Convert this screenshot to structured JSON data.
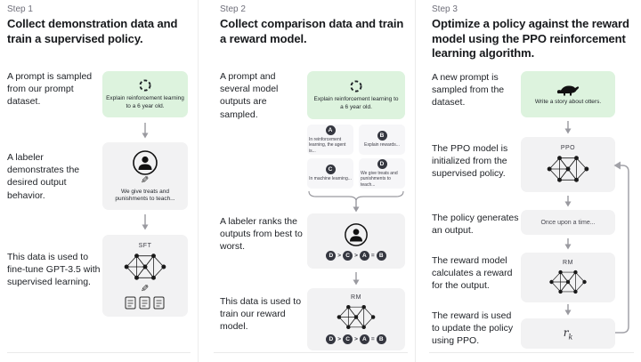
{
  "colors": {
    "prompt_green": "#ddf3de",
    "box_gray": "#f2f2f3",
    "badge_dark": "#353740"
  },
  "steps": [
    {
      "label": "Step 1",
      "title": "Collect demonstration data and train a supervised policy.",
      "rows": [
        {
          "text": "A prompt is sampled from our prompt dataset.",
          "caption": "Explain reinforcement learning to a 6 year old."
        },
        {
          "text": "A labeler demonstrates the desired output behavior.",
          "caption": "We give treats and punishments to teach..."
        },
        {
          "text": "This data is used to fine-tune GPT-3.5 with supervised learning.",
          "box_label": "SFT"
        }
      ]
    },
    {
      "label": "Step 2",
      "title": "Collect comparison data and train a reward model.",
      "rows": [
        {
          "text": "A prompt and several model outputs are sampled.",
          "caption": "Explain reinforcement learning to a 6 year old."
        },
        {
          "text": "A labeler ranks the outputs from best to worst."
        },
        {
          "text": "This data is used to train our reward model.",
          "box_label": "RM"
        }
      ],
      "outputs": [
        {
          "letter": "A",
          "text": "In reinforcement learning, the agent is..."
        },
        {
          "letter": "B",
          "text": "Explain rewards..."
        },
        {
          "letter": "C",
          "text": "In machine learning..."
        },
        {
          "letter": "D",
          "text": "We give treats and punishments to teach..."
        }
      ],
      "ranking": {
        "letters": [
          "D",
          "C",
          "A",
          "B"
        ],
        "seps": [
          ">",
          ">",
          "="
        ]
      }
    },
    {
      "label": "Step 3",
      "title": "Optimize a policy against the reward model using the PPO reinforcement learning algorithm.",
      "rows": [
        {
          "text": "A new prompt is sampled from the dataset.",
          "caption": "Write a story about otters."
        },
        {
          "text": "The PPO model is initialized from the supervised policy.",
          "box_label": "PPO"
        },
        {
          "text": "The policy generates an output.",
          "output_text": "Once upon a time..."
        },
        {
          "text": "The reward model calculates a reward for the output.",
          "box_label": "RM"
        },
        {
          "text": "The reward is used to update the policy using PPO.",
          "reward_base": "r",
          "reward_sub": "k"
        }
      ]
    }
  ]
}
